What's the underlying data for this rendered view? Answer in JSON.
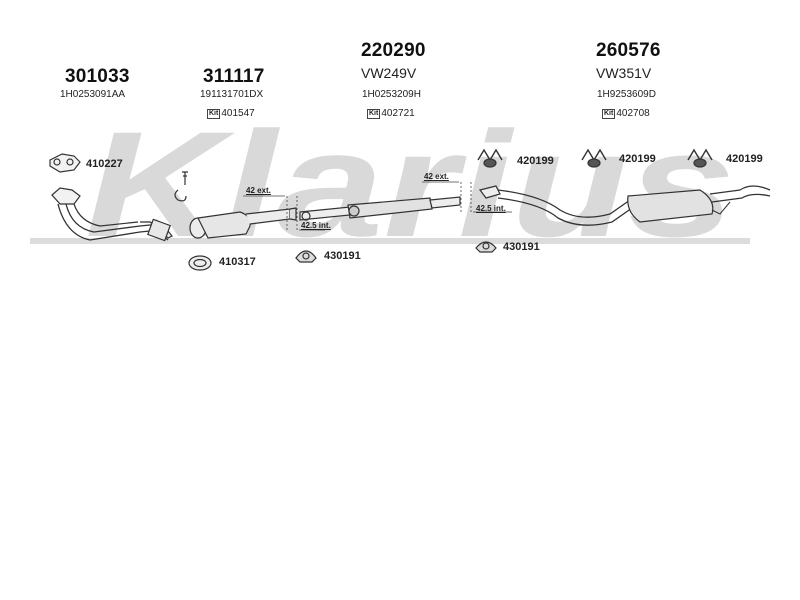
{
  "watermark": {
    "text": "Klarius",
    "color": "#d9d9d9"
  },
  "sections": [
    {
      "number": "301033",
      "oe": "1H0253091AA",
      "vw": "",
      "kit_label": "",
      "kit": ""
    },
    {
      "number": "311117",
      "oe": "191131701DX",
      "vw": "",
      "kit_label": "Kit",
      "kit": "401547"
    },
    {
      "number": "220290",
      "oe": "1H0253209H",
      "vw": "VW249V",
      "kit_label": "Kit",
      "kit": "402721"
    },
    {
      "number": "260576",
      "oe": "1H9253609D",
      "vw": "VW351V",
      "kit_label": "Kit",
      "kit": "402708"
    }
  ],
  "parts": {
    "gasket_front": "410227",
    "gasket_ring": "410317",
    "clamp_1": "430191",
    "clamp_2": "430191",
    "hanger_1": "420199",
    "hanger_2": "420199",
    "hanger_3": "420199"
  },
  "dimensions": {
    "ext_1": "42 ext.",
    "int_1": "42.5 int.",
    "ext_2": "42 ext.",
    "int_2": "42.5 int."
  }
}
